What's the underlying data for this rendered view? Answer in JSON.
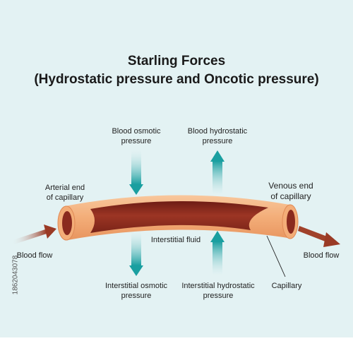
{
  "title": {
    "line1": "Starling Forces",
    "line2": "(Hydrostatic pressure and Oncotic pressure)"
  },
  "labels": {
    "blood_osmotic": [
      "Blood osmotic",
      "pressure"
    ],
    "blood_hydrostatic": [
      "Blood hydrostatic",
      "pressure"
    ],
    "arterial_end": [
      "Arterial end",
      "of capillary"
    ],
    "venous_end": [
      "Venous end",
      "of capillary"
    ],
    "interstitial_fluid": "Interstitial fluid",
    "blood_flow_left": "Blood flow",
    "blood_flow_right": "Blood flow",
    "interstitial_osmotic": [
      "Interstitial osmotic",
      "pressure"
    ],
    "interstitial_hydrostatic": [
      "Interstitial hydrostatic",
      "pressure"
    ],
    "capillary": "Capillary"
  },
  "stock_id": "1862043078",
  "colors": {
    "background": "#e3f2f3",
    "arrow_teal": "#1fa3a3",
    "vessel_outer": "#f3b07b",
    "vessel_inner": "#8a2a1e",
    "flow_arrow": "#9a3a25"
  }
}
